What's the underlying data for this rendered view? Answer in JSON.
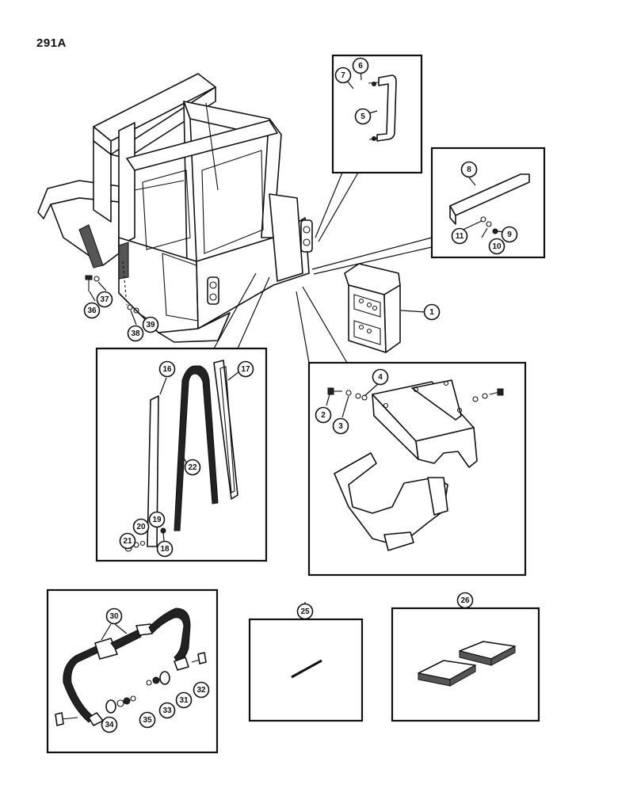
{
  "page": {
    "title": "291A"
  },
  "callouts": [
    "1",
    "2",
    "3",
    "4",
    "5",
    "6",
    "7",
    "8",
    "9",
    "10",
    "11",
    "16",
    "17",
    "18",
    "19",
    "20",
    "21",
    "22",
    "25",
    "26",
    "30",
    "31",
    "32",
    "33",
    "34",
    "35",
    "36",
    "37",
    "38",
    "39"
  ]
}
